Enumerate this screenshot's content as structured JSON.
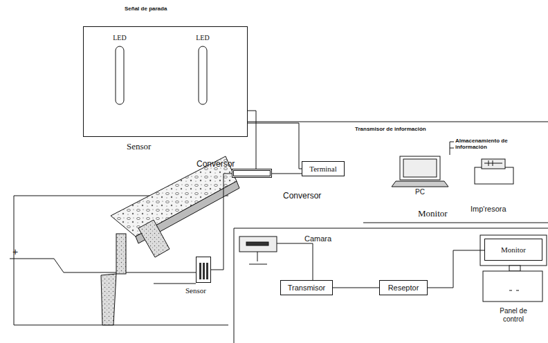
{
  "diagram": {
    "title": "Señal de parada",
    "nodes": [
      {
        "text": [
          "Sensor"
        ]
      },
      {
        "text": [
          "LED"
        ],
        "in": 0
      },
      {
        "text": [
          "LED"
        ],
        "in": 0
      },
      {
        "text": [
          "Conversor"
        ]
      },
      {
        "text": [
          "Terminal"
        ]
      },
      {
        "text": [
          "Sensor"
        ]
      },
      {
        "text": [
          "Transmisor"
        ]
      },
      {
        "text": [
          "Reseptor"
        ]
      },
      {
        "text": [
          "Monitor"
        ]
      }
    ],
    "edges": [
      {
        "from": 0,
        "to": 3,
        "arrow": "none"
      },
      {
        "from": 0,
        "to": 4,
        "arrow": "none"
      },
      {
        "from": 3,
        "to": 4,
        "arrow": "none"
      },
      {
        "from": 5,
        "to": 3,
        "arrow": "none"
      },
      {
        "from": 6,
        "to": 7,
        "arrow": "none"
      },
      {
        "from": 7,
        "to": 8,
        "arrow": "none"
      }
    ],
    "labels": [
      "Transmisor de información",
      "Conversor",
      "PC",
      "Almacenamiento de información",
      "Monitor",
      "Imp'resora",
      "Camara",
      "Panel de control",
      "+"
    ]
  }
}
